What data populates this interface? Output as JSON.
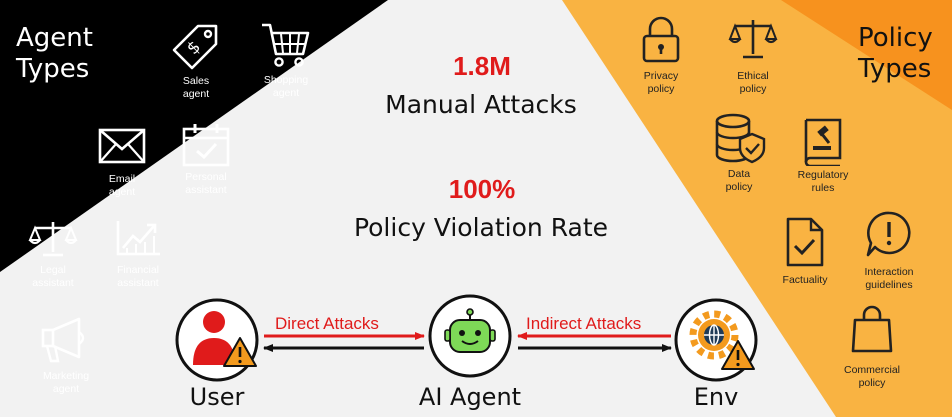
{
  "agent_types": {
    "title_line1": "Agent",
    "title_line2": "Types",
    "items": [
      {
        "line1": "Sales",
        "line2": "agent",
        "icon": "price-tag-icon"
      },
      {
        "line1": "Shopping",
        "line2": "agent",
        "icon": "shopping-cart-icon"
      },
      {
        "line1": "Email",
        "line2": "agent",
        "icon": "envelope-icon"
      },
      {
        "line1": "Personal",
        "line2": "assistant",
        "icon": "calendar-check-icon"
      },
      {
        "line1": "Legal",
        "line2": "assistant",
        "icon": "scales-icon"
      },
      {
        "line1": "Financial",
        "line2": "assistant",
        "icon": "chart-up-icon"
      },
      {
        "line1": "Marketing",
        "line2": "agent",
        "icon": "megaphone-icon"
      }
    ]
  },
  "policy_types": {
    "title_line1": "Policy",
    "title_line2": "Types",
    "items": [
      {
        "line1": "Privacy",
        "line2": "policy",
        "icon": "padlock-icon"
      },
      {
        "line1": "Ethical",
        "line2": "policy",
        "icon": "scales-icon"
      },
      {
        "line1": "Data",
        "line2": "policy",
        "icon": "database-shield-icon"
      },
      {
        "line1": "Regulatory",
        "line2": "rules",
        "icon": "law-book-icon"
      },
      {
        "line1": "Factuality",
        "line2": "",
        "icon": "document-check-icon"
      },
      {
        "line1": "Interaction",
        "line2": "guidelines",
        "icon": "speech-alert-icon"
      },
      {
        "line1": "Commercial",
        "line2": "policy",
        "icon": "shopping-bag-icon"
      }
    ]
  },
  "stats": {
    "attacks_value": "1.8M",
    "attacks_label": "Manual Attacks",
    "violation_value": "100%",
    "violation_label": "Policy Violation Rate"
  },
  "flow": {
    "user_label": "User",
    "agent_label": "AI Agent",
    "env_label": "Env",
    "direct_label": "Direct Attacks",
    "indirect_label": "Indirect Attacks"
  },
  "colors": {
    "black_panel": "#000000",
    "orange_light": "#f9b342",
    "orange_dark": "#f7921e",
    "accent_red": "#e01b1b",
    "warning_orange": "#f39a1e",
    "robot_green": "#7ed957"
  }
}
